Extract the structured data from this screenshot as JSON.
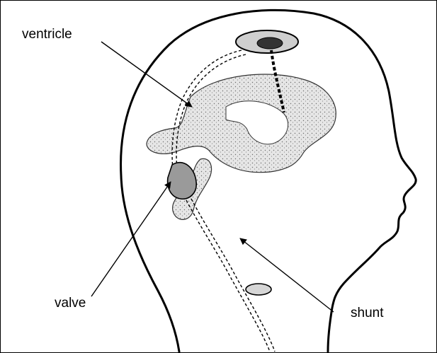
{
  "labels": {
    "ventricle": "ventricle",
    "valve": "valve",
    "shunt": "shunt"
  },
  "colors": {
    "ink": "#000000",
    "background": "#ffffff",
    "ventricle_fill": "#e3e3e3",
    "stipple": "#6b6b6b"
  }
}
